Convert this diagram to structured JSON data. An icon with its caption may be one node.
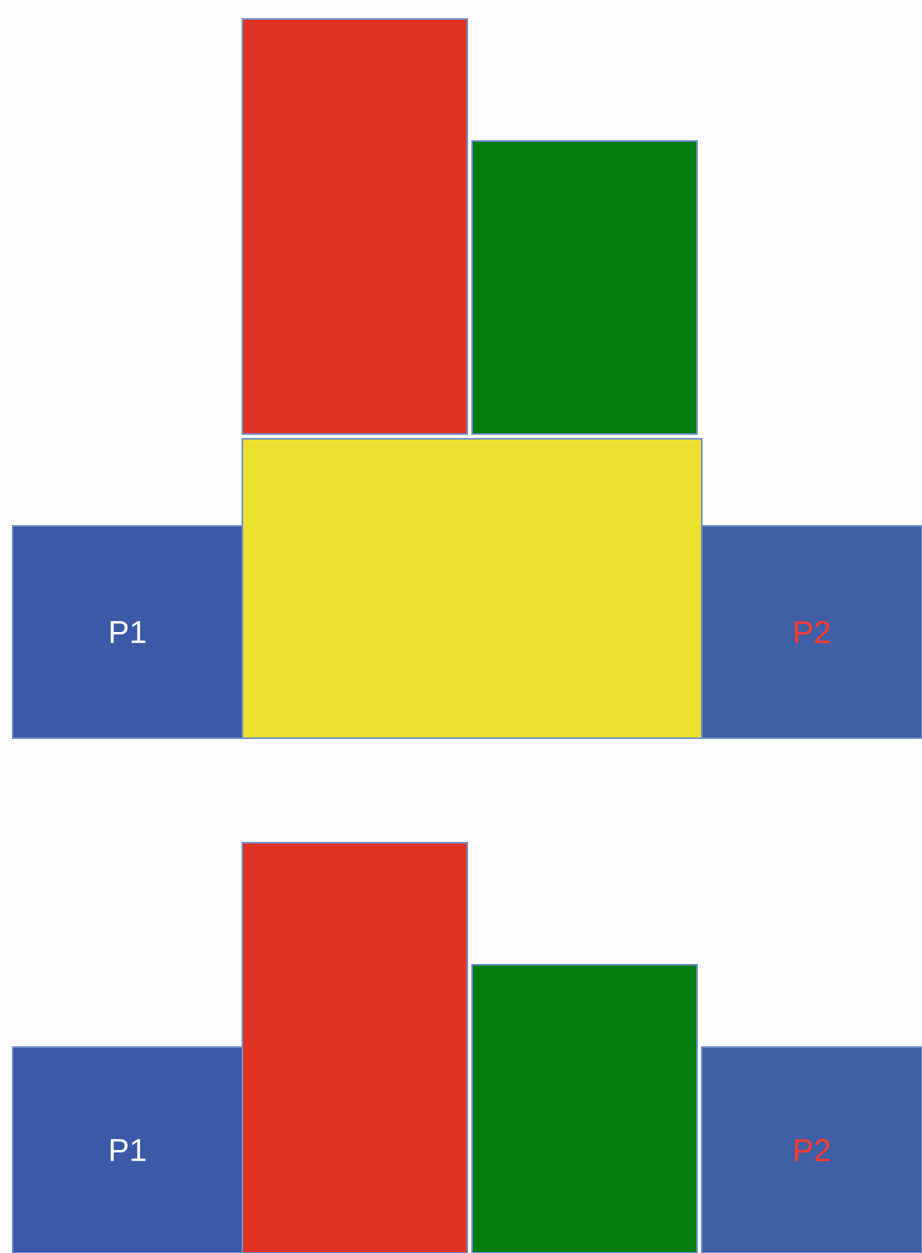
{
  "diagram": {
    "nodes": [
      {
        "text": [],
        "shape": "box"
      },
      {
        "text": [],
        "shape": "box"
      },
      {
        "text": [],
        "shape": "box"
      },
      {
        "text": [
          "P1"
        ]
      },
      {
        "text": [
          "P2"
        ]
      },
      {
        "text": [],
        "shape": "box"
      },
      {
        "text": [],
        "shape": "box"
      },
      {
        "text": [
          "P1"
        ]
      },
      {
        "text": [
          "P2"
        ]
      }
    ]
  }
}
